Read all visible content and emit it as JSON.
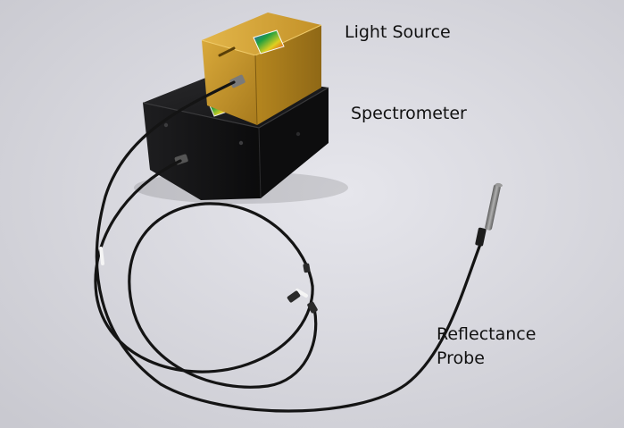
{
  "labels": {
    "light_source": "Light Source",
    "spectrometer": "Spectrometer",
    "reflectance_line1": "Reflectance",
    "reflectance_line2": "Probe"
  },
  "colors": {
    "background": "#d8d8de",
    "light_source_body": "#c8982c",
    "spectrometer_body": "#151515",
    "fiber_cable": "#141414",
    "probe_metal": "#8a8a8a"
  }
}
